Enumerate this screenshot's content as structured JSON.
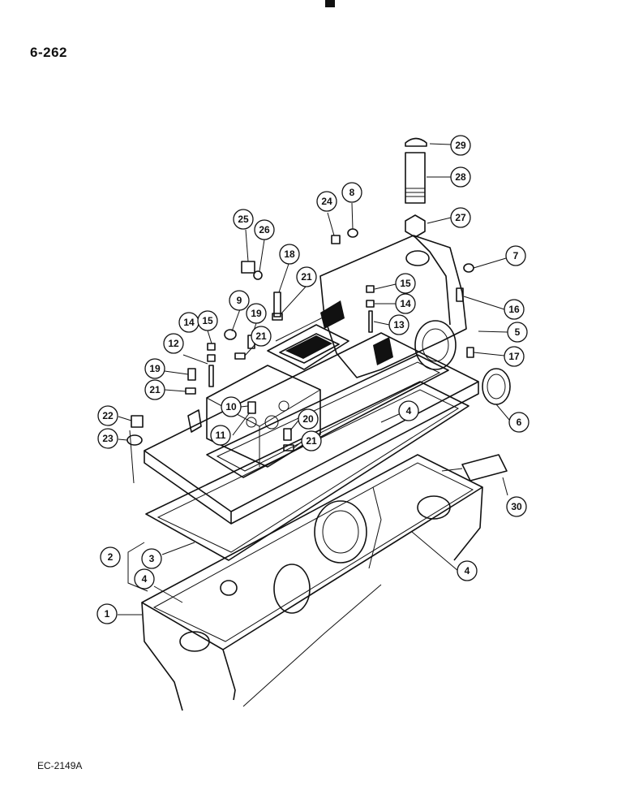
{
  "header": {
    "page_number": "6-262"
  },
  "footer": {
    "figure_code": "EC-2149A"
  },
  "callouts": [
    {
      "id": "c29",
      "label": "29"
    },
    {
      "id": "c28",
      "label": "28"
    },
    {
      "id": "c27",
      "label": "27"
    },
    {
      "id": "c24",
      "label": "24"
    },
    {
      "id": "c8",
      "label": "8"
    },
    {
      "id": "c25",
      "label": "25"
    },
    {
      "id": "c26",
      "label": "26"
    },
    {
      "id": "c7",
      "label": "7"
    },
    {
      "id": "c18",
      "label": "18"
    },
    {
      "id": "c21a",
      "label": "21"
    },
    {
      "id": "c15a",
      "label": "15"
    },
    {
      "id": "c14a",
      "label": "14"
    },
    {
      "id": "c16",
      "label": "16"
    },
    {
      "id": "c9",
      "label": "9"
    },
    {
      "id": "c19a",
      "label": "19"
    },
    {
      "id": "c13",
      "label": "13"
    },
    {
      "id": "c5",
      "label": "5"
    },
    {
      "id": "c14b",
      "label": "14"
    },
    {
      "id": "c15b",
      "label": "15"
    },
    {
      "id": "c21b",
      "label": "21"
    },
    {
      "id": "c12",
      "label": "12"
    },
    {
      "id": "c17",
      "label": "17"
    },
    {
      "id": "c19b",
      "label": "19"
    },
    {
      "id": "c21c",
      "label": "21"
    },
    {
      "id": "c6",
      "label": "6"
    },
    {
      "id": "c10",
      "label": "10"
    },
    {
      "id": "c4a",
      "label": "4"
    },
    {
      "id": "c22",
      "label": "22"
    },
    {
      "id": "c11",
      "label": "11"
    },
    {
      "id": "c20",
      "label": "20"
    },
    {
      "id": "c23",
      "label": "23"
    },
    {
      "id": "c21d",
      "label": "21"
    },
    {
      "id": "c30",
      "label": "30"
    },
    {
      "id": "c2",
      "label": "2"
    },
    {
      "id": "c3",
      "label": "3"
    },
    {
      "id": "c4b",
      "label": "4"
    },
    {
      "id": "c4c",
      "label": "4"
    },
    {
      "id": "c1",
      "label": "1"
    }
  ]
}
